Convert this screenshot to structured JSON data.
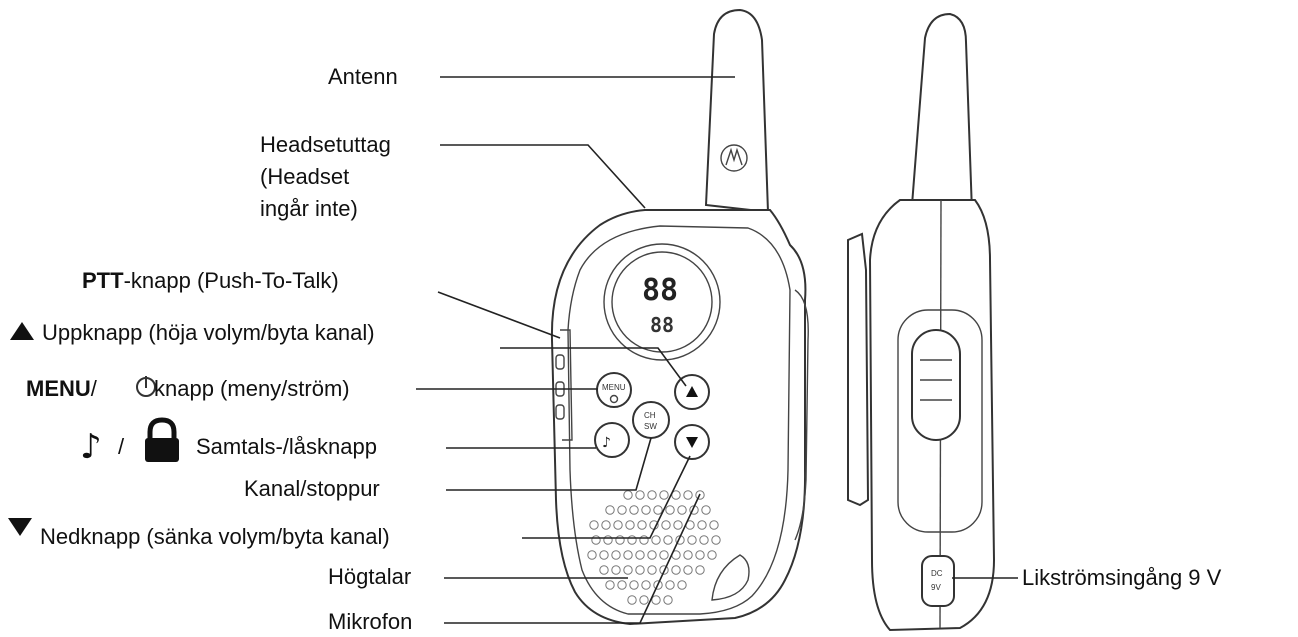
{
  "labels": {
    "antenna": "Antenn",
    "headset_1": "Headsetuttag",
    "headset_2": "(Headset",
    "headset_3": "ingår inte)",
    "ptt_bold": "PTT",
    "ptt_rest": "-knapp (Push-To-Talk)",
    "up": "Uppknapp (höja volym/byta kanal)",
    "menu_bold": "MENU",
    "menu_rest": "knapp (meny/ström)",
    "menu_slash": "/",
    "call_slash": "/",
    "call_lock": "Samtals-/låsknapp",
    "channel": "Kanal/stoppur",
    "down": "Nedknapp (sänka volym/byta kanal)",
    "speaker": "Högtalar",
    "mic": "Mikrofon",
    "dc": "Likströmsingång 9 V"
  },
  "device": {
    "menu_button": "MENU",
    "ch_button_1": "CH",
    "ch_button_2": "SW",
    "dc_jack_1": "DC",
    "dc_jack_2": "9V",
    "display_digits_top": "88",
    "display_digits_bottom": "88"
  }
}
